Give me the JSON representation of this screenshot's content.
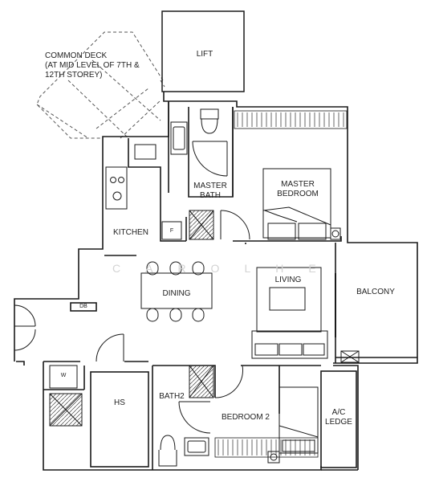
{
  "floor_plan": {
    "labels": {
      "common_deck": [
        "COMMON DECK",
        "(AT MID LEVEL OF 7TH &",
        "12TH STOREY)"
      ],
      "lift": "LIFT",
      "master_bath": [
        "MASTER",
        "BATH"
      ],
      "master_bedroom": [
        "MASTER",
        "BEDROOM"
      ],
      "kitchen": "KITCHEN",
      "fridge": "F",
      "dining": "DINING",
      "living": "LIVING",
      "balcony": "BALCONY",
      "db": "DB",
      "washer": "W",
      "hs": "HS",
      "bath2": "BATH2",
      "bedroom_2": "BEDROOM 2",
      "ac_ledge": [
        "A/C",
        "LEDGE"
      ]
    },
    "watermark": "CAROLHE",
    "colors": {
      "wall": "#1a1a1a",
      "hatch": "#444444",
      "deck_outline": "#555555",
      "watermark": "#d4d4d4"
    }
  }
}
